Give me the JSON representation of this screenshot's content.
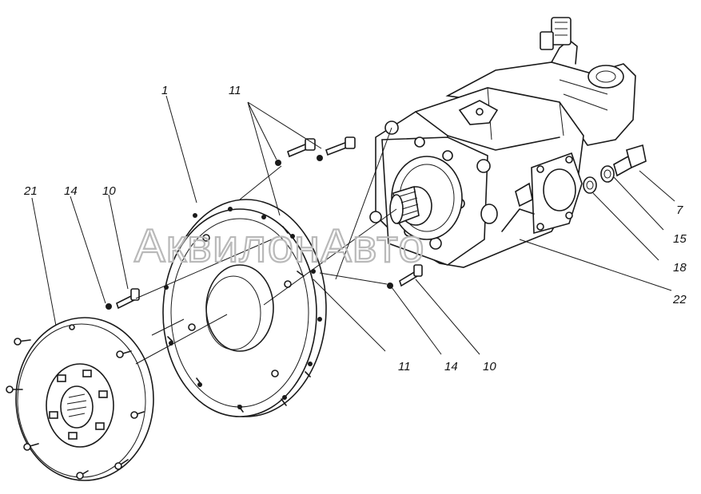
{
  "watermark": "АквилонАвто",
  "labels": {
    "l1": "1",
    "l11_top": "11",
    "l21": "21",
    "l14_left": "14",
    "l10_left": "10",
    "l7": "7",
    "l15": "15",
    "l18": "18",
    "l22": "22",
    "l11_bottom": "11",
    "l14_bottom": "14",
    "l10_bottom": "10"
  }
}
